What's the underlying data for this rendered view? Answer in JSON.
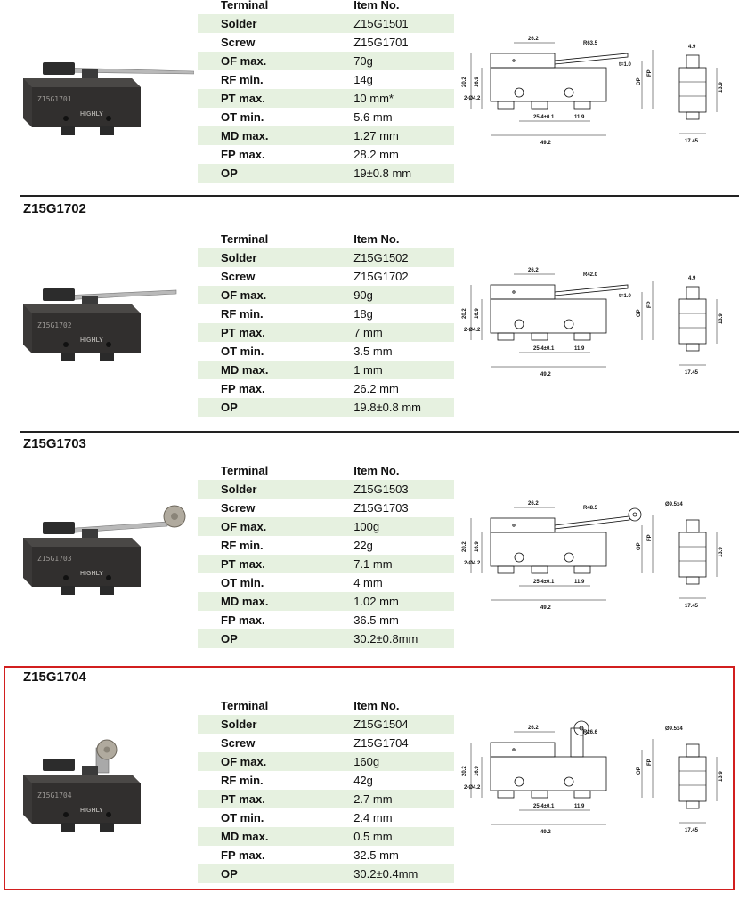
{
  "columns": {
    "terminal": "Terminal",
    "item_no": "Item No."
  },
  "products": [
    {
      "title": "",
      "rows": [
        {
          "key": "Solder",
          "value": "Z15G1501"
        },
        {
          "key": "Screw",
          "value": "Z15G1701"
        },
        {
          "key": "OF max.",
          "value": "70g"
        },
        {
          "key": "RF min.",
          "value": "14g"
        },
        {
          "key": "PT max.",
          "value": "10 mm*"
        },
        {
          "key": "OT min.",
          "value": "5.6 mm"
        },
        {
          "key": "MD max.",
          "value": "1.27 mm"
        },
        {
          "key": "FP max.",
          "value": "28.2 mm"
        },
        {
          "key": "OP",
          "value": "19±0.8 mm"
        }
      ],
      "photo_marking": "Z15G1701",
      "brand": "HIGHLY",
      "actuator": "long-lever",
      "drawing": {
        "top": "26.2",
        "r": "R63.5",
        "t": "t=1.0",
        "hole": "2-Ø4.2",
        "h1": "20.2",
        "h2": "16.9",
        "op": "OP",
        "fp": "FP",
        "d1": "25.4±0.1",
        "d2": "11.9",
        "w": "49.2",
        "s1": "4.9",
        "s2": "13.9",
        "s3": "17.45",
        "roller": ""
      }
    },
    {
      "title": "Z15G1702",
      "rows": [
        {
          "key": "Solder",
          "value": "Z15G1502"
        },
        {
          "key": "Screw",
          "value": "Z15G1702"
        },
        {
          "key": "OF max.",
          "value": "90g"
        },
        {
          "key": "RF min.",
          "value": "18g"
        },
        {
          "key": "PT max.",
          "value": "7 mm"
        },
        {
          "key": "OT min.",
          "value": "3.5 mm"
        },
        {
          "key": "MD max.",
          "value": "1 mm"
        },
        {
          "key": "FP max.",
          "value": "26.2 mm"
        },
        {
          "key": "OP",
          "value": "19.8±0.8 mm"
        }
      ],
      "photo_marking": "Z15G1702",
      "brand": "HIGHLY",
      "actuator": "lever",
      "drawing": {
        "top": "26.2",
        "r": "R42.0",
        "t": "t=1.0",
        "hole": "2-Ø4.2",
        "h1": "20.2",
        "h2": "16.9",
        "op": "OP",
        "fp": "FP",
        "d1": "25.4±0.1",
        "d2": "11.9",
        "w": "49.2",
        "s1": "4.9",
        "s2": "13.9",
        "s3": "17.45",
        "roller": ""
      }
    },
    {
      "title": "Z15G1703",
      "rows": [
        {
          "key": "Solder",
          "value": "Z15G1503"
        },
        {
          "key": "Screw",
          "value": "Z15G1703"
        },
        {
          "key": "OF max.",
          "value": "100g"
        },
        {
          "key": "RF min.",
          "value": "22g"
        },
        {
          "key": "PT max.",
          "value": "7.1 mm"
        },
        {
          "key": "OT min.",
          "value": "4 mm"
        },
        {
          "key": "MD max.",
          "value": "1.02 mm"
        },
        {
          "key": "FP max.",
          "value": "36.5 mm"
        },
        {
          "key": "OP",
          "value": "30.2±0.8mm"
        }
      ],
      "photo_marking": "Z15G1703",
      "brand": "HIGHLY",
      "actuator": "roller-lever",
      "drawing": {
        "top": "26.2",
        "r": "R48.5",
        "t": "",
        "hole": "2-Ø4.2",
        "h1": "20.2",
        "h2": "16.9",
        "op": "OP",
        "fp": "FP",
        "d1": "25.4±0.1",
        "d2": "11.9",
        "w": "49.2",
        "s1": "",
        "s2": "13.9",
        "s3": "17.45",
        "roller": "Ø9.5x4"
      }
    },
    {
      "title": "Z15G1704",
      "rows": [
        {
          "key": "Solder",
          "value": "Z15G1504"
        },
        {
          "key": "Screw",
          "value": "Z15G1704"
        },
        {
          "key": "OF max.",
          "value": "160g"
        },
        {
          "key": "RF min.",
          "value": "42g"
        },
        {
          "key": "PT max.",
          "value": "2.7 mm"
        },
        {
          "key": "OT min.",
          "value": "2.4 mm"
        },
        {
          "key": "MD max.",
          "value": "0.5 mm"
        },
        {
          "key": "FP max.",
          "value": "32.5 mm"
        },
        {
          "key": "OP",
          "value": "30.2±0.4mm"
        }
      ],
      "photo_marking": "Z15G1704",
      "brand": "HIGHLY",
      "actuator": "short-roller",
      "drawing": {
        "top": "26.2",
        "r": "R26.6",
        "t": "",
        "hole": "2-Ø4.2",
        "h1": "20.2",
        "h2": "16.9",
        "op": "OP",
        "fp": "FP",
        "d1": "25.4±0.1",
        "d2": "11.9",
        "w": "49.2",
        "s1": "",
        "s2": "13.9",
        "s3": "17.45",
        "roller": "Ø9.5x4"
      }
    }
  ],
  "highlight_color": "#d21f1f",
  "row_tint": "#e6f1e0"
}
